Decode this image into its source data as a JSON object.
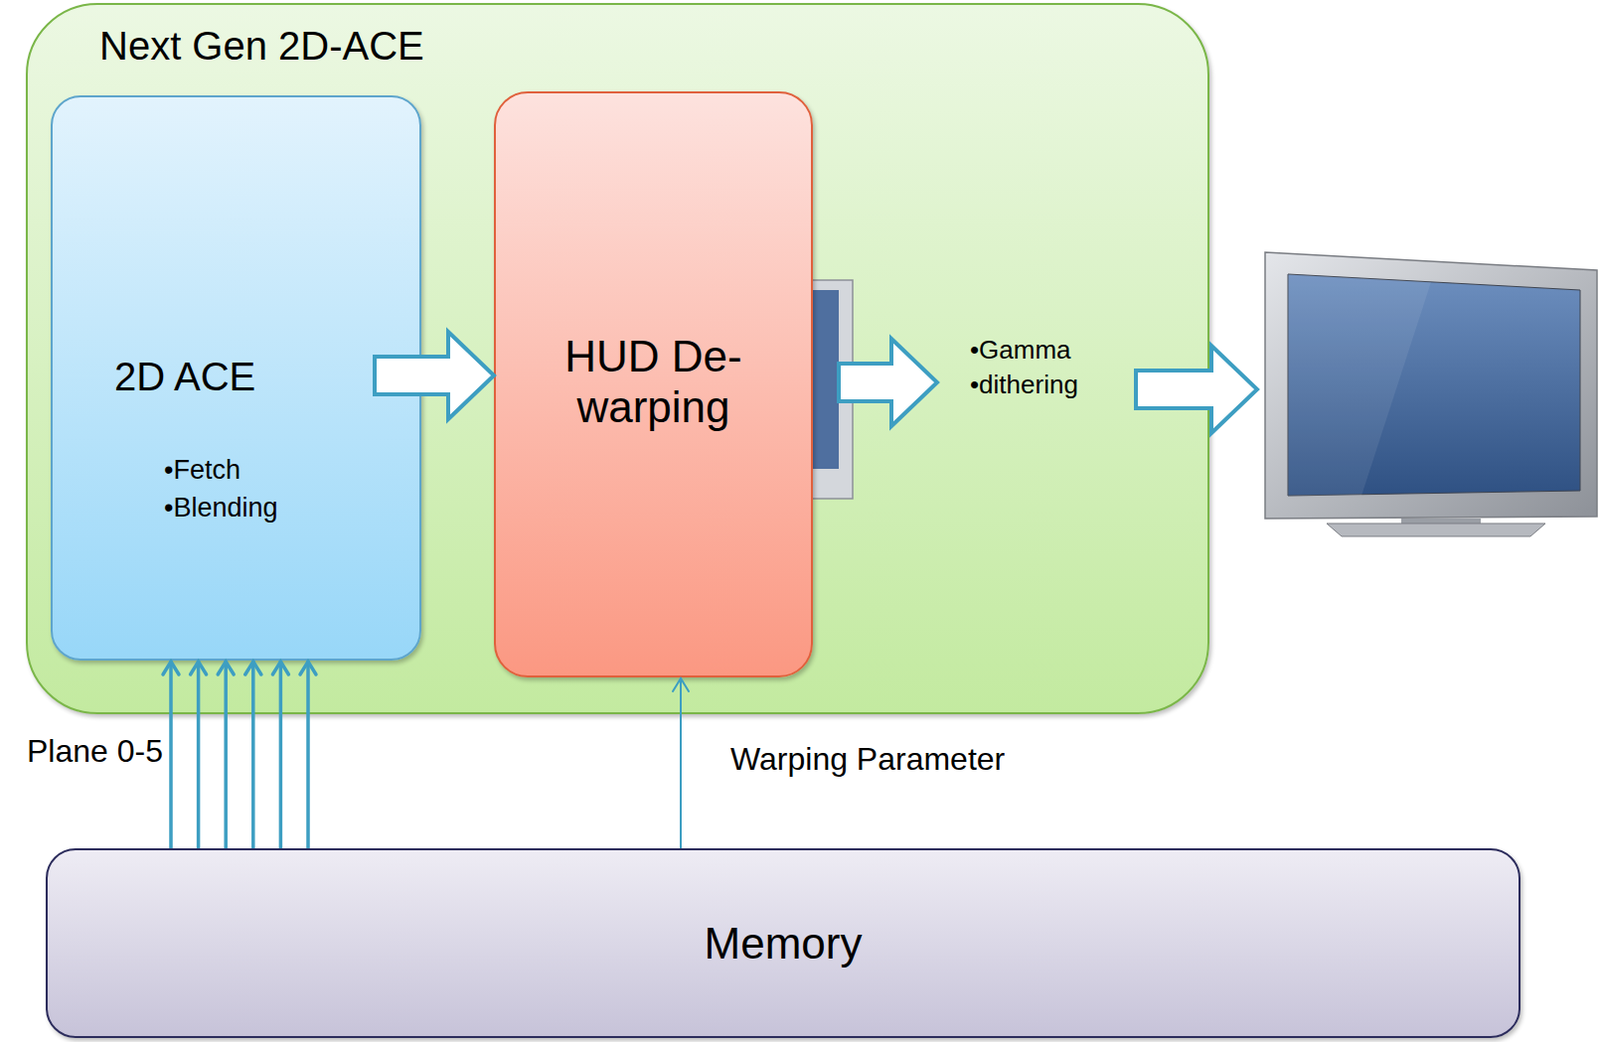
{
  "diagram": {
    "nodes": [
      {
        "text": [
          "Next Gen 2D-ACE"
        ]
      },
      {
        "text": [
          "2D ACE",
          "•Fetch",
          "•Blending"
        ],
        "in": 0
      },
      {
        "text": [
          "HUD De-warping"
        ],
        "in": 0
      },
      {
        "text": [
          "Memory"
        ]
      }
    ],
    "edges": [
      {
        "from": 1,
        "to": 2,
        "arrow": "to"
      },
      {
        "from": 3,
        "to": 1,
        "label": "Plane 0-5",
        "arrow": "to"
      },
      {
        "from": 3,
        "to": 2,
        "label": "Warping Parameter",
        "arrow": "to"
      }
    ],
    "labels": [
      "•Gamma",
      "•dithering"
    ]
  }
}
